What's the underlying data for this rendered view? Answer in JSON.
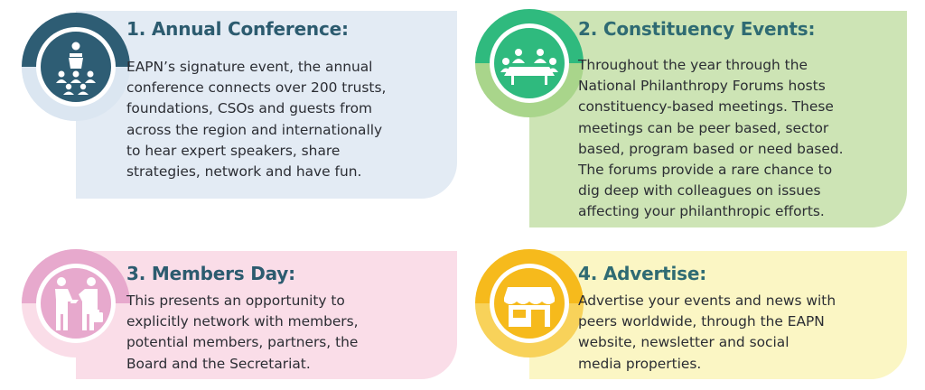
{
  "colors": {
    "title_teal": "#2c5b6f",
    "title_green": "#2f6b73",
    "panel_blue": "#e3ebf4",
    "panel_green": "#cde4b5",
    "panel_pink": "#fadde8",
    "panel_yellow": "#fbf6c4",
    "badge_blue": "#2e5d74",
    "badge_green": "#2fba7e",
    "badge_pink": "#e7a9cd",
    "badge_yellow": "#f6ba1c"
  },
  "cards": [
    {
      "title": "1. Annual Conference:",
      "icon": "speaker-podium-audience-icon",
      "lines": [
        "EAPN’s signature event, the annual",
        "conference connects over 200 trusts,",
        "foundations, CSOs and guests from",
        "across the region and internationally",
        "to hear expert speakers, share",
        "strategies, network and have fun."
      ]
    },
    {
      "title": "2. Constituency Events:",
      "icon": "meeting-table-icon",
      "lines": [
        "Throughout the year through the",
        "National Philanthropy Forums hosts",
        "constituency-based meetings. These",
        "meetings can be peer based, sector",
        "based, program based or need based.",
        "The forums provide a rare chance to",
        "dig deep with colleagues on issues",
        "affecting your philanthropic efforts."
      ]
    },
    {
      "title": "3. Members Day:",
      "icon": "handshake-icon",
      "lines": [
        "This presents an opportunity to",
        "explicitly network with members,",
        "potential members, partners, the",
        "Board and the Secretariat."
      ]
    },
    {
      "title": "4. Advertise:",
      "icon": "storefront-icon",
      "lines": [
        "Advertise your events and news with",
        "peers worldwide, through the EAPN",
        "website, newsletter and social",
        "media properties."
      ]
    }
  ]
}
